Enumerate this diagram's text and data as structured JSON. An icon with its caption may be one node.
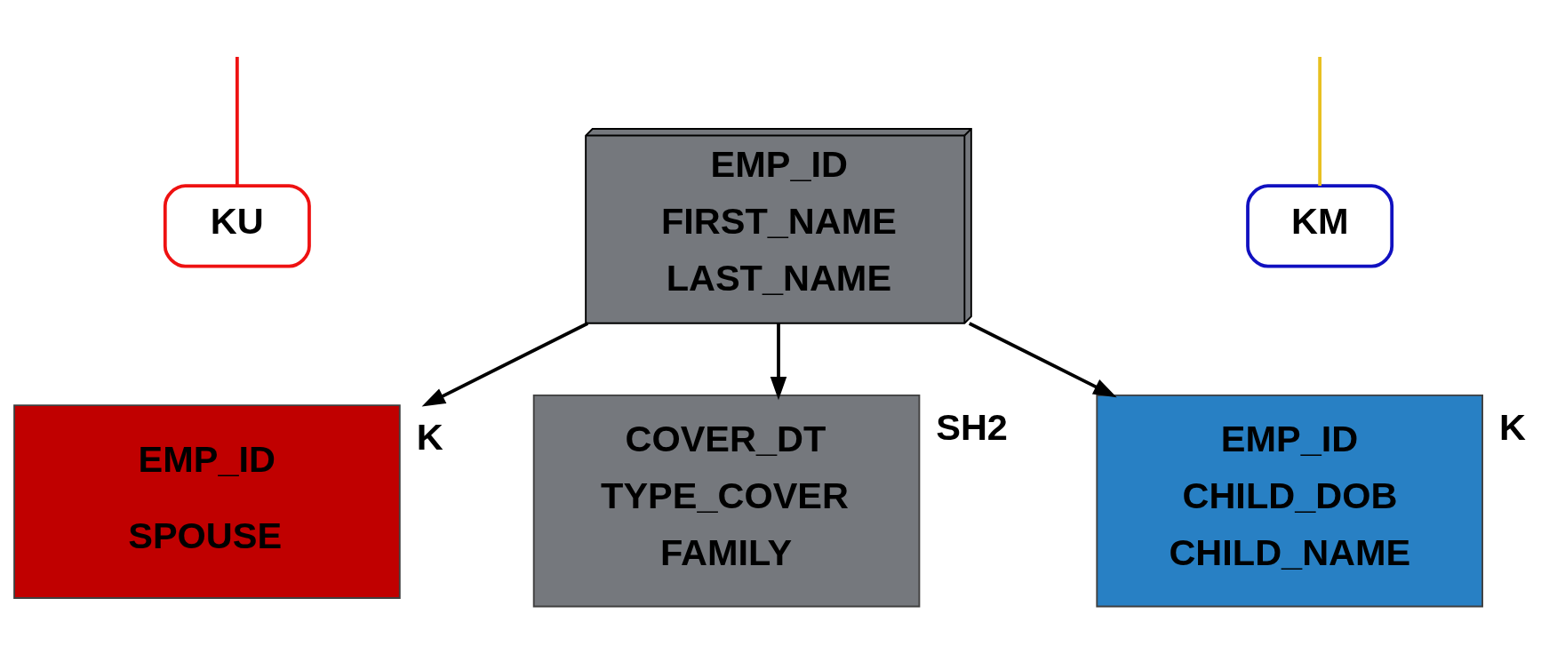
{
  "diagram": {
    "nodes": [
      {
        "text": [
          "EMP_ID",
          "FIRST_NAME",
          "LAST_NAME"
        ]
      },
      {
        "text": [
          "KU"
        ]
      },
      {
        "text": [
          "EMP_ID",
          "SPOUSE"
        ],
        "beside": [
          "K"
        ]
      },
      {
        "text": [
          "COVER_DT",
          "TYPE_COVER",
          "FAMILY"
        ],
        "beside": [
          "SH2"
        ]
      },
      {
        "text": [
          "KM"
        ]
      },
      {
        "text": [
          "EMP_ID",
          "CHILD_DOB",
          "CHILD_NAME"
        ],
        "beside": [
          "K"
        ]
      }
    ],
    "edges": [
      {
        "from": 0,
        "to": 2,
        "arrow": "to"
      },
      {
        "from": 0,
        "to": 3,
        "arrow": "to"
      },
      {
        "from": 0,
        "to": 5,
        "arrow": "to"
      },
      {
        "from": null,
        "to": 1,
        "arrow": "none",
        "color": "#ee1111"
      },
      {
        "from": null,
        "to": 4,
        "arrow": "none",
        "color": "#e8c020"
      }
    ]
  }
}
